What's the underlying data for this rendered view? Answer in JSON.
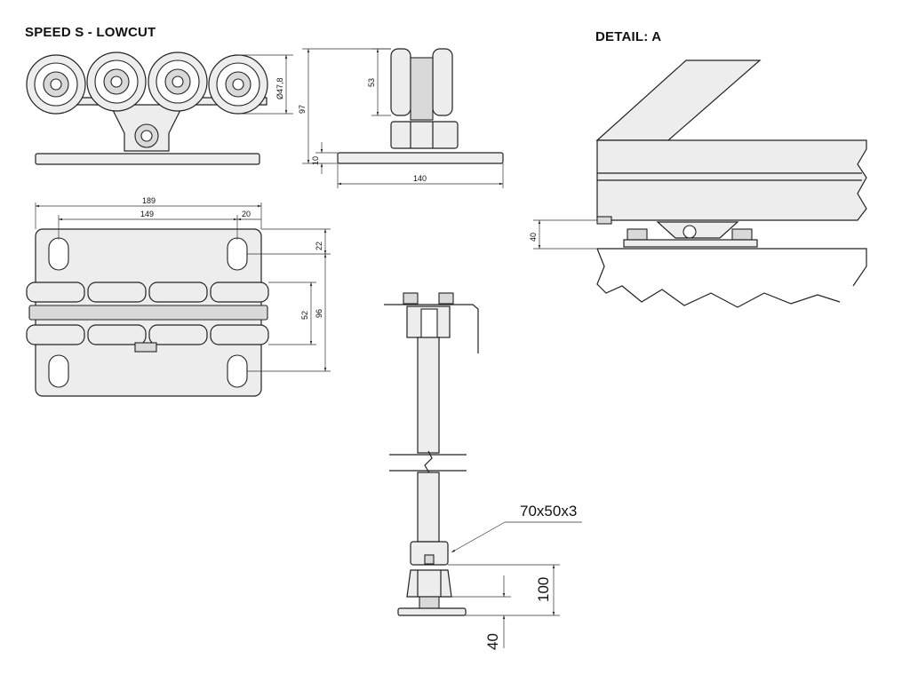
{
  "titles": {
    "main": "SPEED S - LOWCUT",
    "detail": "DETAIL: A"
  },
  "dimensions": {
    "diameter": "Ø47,8",
    "height_total": "97",
    "wheel_height": "53",
    "plate_thickness": "10",
    "base_width": "140",
    "plate_length": "189",
    "hole_spacing": "149",
    "hole_offset": "20",
    "edge_offset": "22",
    "wheel_span": "52",
    "plate_width": "96",
    "detail_gap": "40",
    "profile": "70x50x3",
    "bottom_height": "100",
    "bottom_gap": "40"
  }
}
